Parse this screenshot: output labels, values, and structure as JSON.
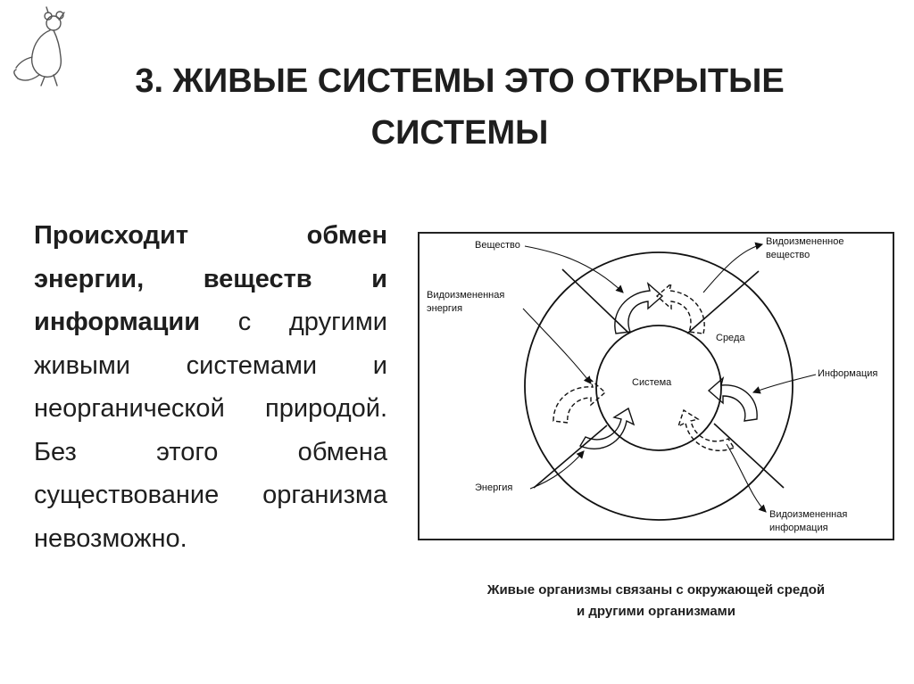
{
  "slide": {
    "title": "3. ЖИВЫЕ СИСТЕМЫ ЭТО ОТКРЫТЫЕ СИСТЕМЫ",
    "body": {
      "bold_part": "Происходит обмен энергии, веществ и информации",
      "normal_part": "с другими живыми системами и неорганической природой. Без этого обмена существование организма невозможно."
    },
    "caption": "Живые организмы связаны с окружающей средой и другими организмами",
    "logo_icon": "mouse-sketch-icon"
  },
  "diagram": {
    "labels": {
      "veshchestvo": "Вещество",
      "vid_veshchestvo": "Видоизмененное\nвещество",
      "vid_energiya": "Видоизмененная\nэнергия",
      "sreda": "Среда",
      "sistema": "Система",
      "informatsiya": "Информация",
      "energiya": "Энергия",
      "vid_informatsiya": "Видоизмененная\nинформация"
    }
  }
}
